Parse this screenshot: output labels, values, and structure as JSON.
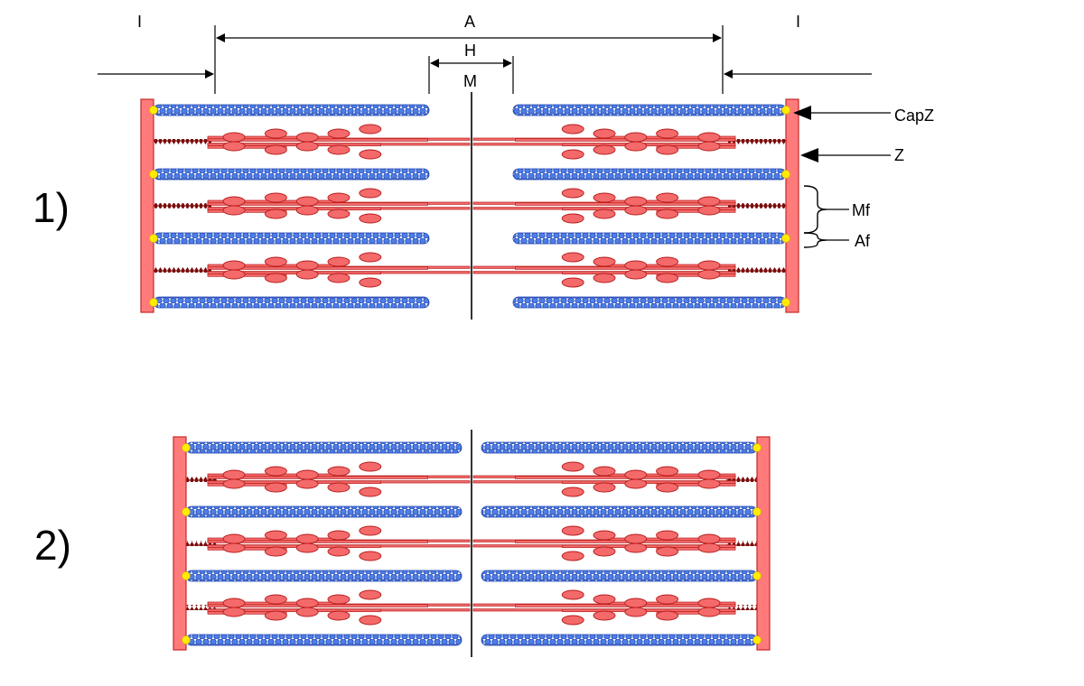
{
  "labels": {
    "I_left": "I",
    "A": "A",
    "I_right": "I",
    "H": "H",
    "M": "M",
    "CapZ": "CapZ",
    "Z": "Z",
    "Mf": "Mf",
    "Af": "Af"
  },
  "panels": [
    {
      "id": "relaxed",
      "label": "1)"
    },
    {
      "id": "contracted",
      "label": "2)"
    }
  ],
  "colors": {
    "actin_fill": "#4d7fe6",
    "actin_stroke": "#1a3fb0",
    "myosin_fill": "#f46a6a",
    "myosin_stroke": "#b71c1c",
    "zdisc_fill": "#ff7b7b",
    "zdisc_stroke": "#c62828",
    "capz": "#ffea00",
    "titin": "#7a0c0c",
    "line": "#000000"
  }
}
